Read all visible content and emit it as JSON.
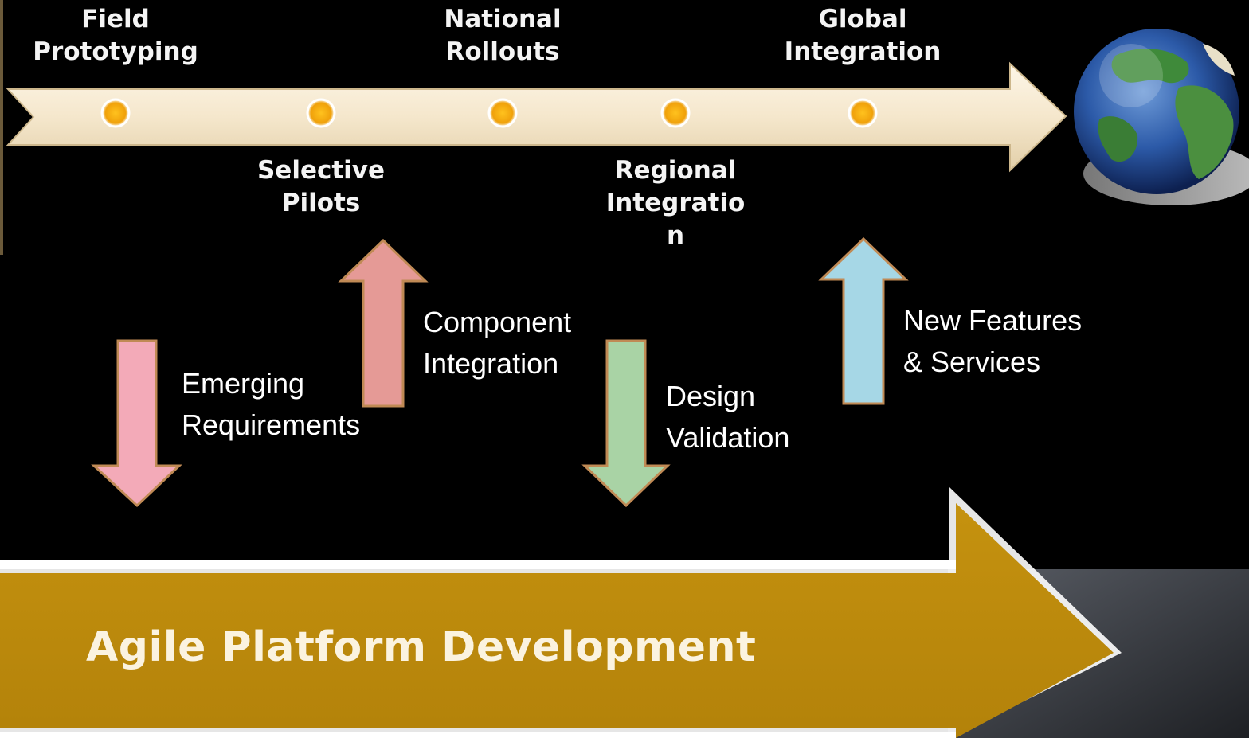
{
  "timeline": {
    "stages_above": [
      {
        "id": "field-prototyping",
        "label": "Field\nPrototyping"
      },
      {
        "id": "national-rollouts",
        "label": "National\nRollouts"
      },
      {
        "id": "global-integration",
        "label": "Global\nIntegration"
      }
    ],
    "stages_below": [
      {
        "id": "selective-pilots",
        "label": "Selective\nPilots"
      },
      {
        "id": "regional-integration",
        "label": "Regional\nIntegratio\nn"
      }
    ],
    "colors": {
      "arrow": "#f8ecd4",
      "marker": "#f2a60e"
    }
  },
  "flows": [
    {
      "id": "emerging-requirements",
      "label": "Emerging\nRequirements",
      "direction": "down",
      "color": "#f3aab8"
    },
    {
      "id": "component-integration",
      "label": "Component\nIntegration",
      "direction": "up",
      "color": "#e59a96"
    },
    {
      "id": "design-validation",
      "label": "Design\nValidation",
      "direction": "down",
      "color": "#a9d3a5"
    },
    {
      "id": "new-features",
      "label": "New Features\n& Services",
      "direction": "up",
      "color": "#a6d7e6"
    }
  ],
  "banner": {
    "label": "Agile Platform Development",
    "color": "#be8a0a"
  },
  "globe": {
    "icon": "globe-icon"
  }
}
